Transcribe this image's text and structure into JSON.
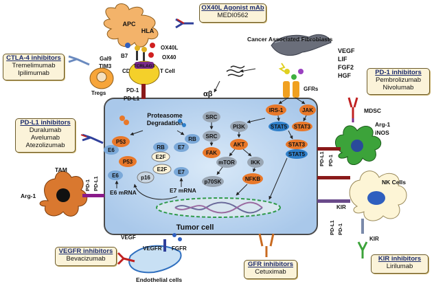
{
  "cells": {
    "apc": "APC",
    "hla": "HLA",
    "b7": "B7",
    "cd28": "CD28",
    "gal9": "Gal9",
    "tim3": "TIM3",
    "ox40l": "OX40L",
    "ox40": "OX40",
    "tcr_lag3": "TCRLAG3",
    "tcell": "T Cell",
    "tregs": "Tregs",
    "caf": "Cancer Associated Fibroblasts",
    "mdsc": "MDSC",
    "arg1_inos": [
      "Arg-1",
      "iNOS"
    ],
    "tam": "TAM",
    "arg1": "Arg-1",
    "nk": "NK Cells",
    "endothelial": "Endothelial cells",
    "tumor": "Tumor cell"
  },
  "growth_factors": [
    "VEGF",
    "LIF",
    "FGF2",
    "HGF"
  ],
  "receptor_labels": {
    "gfrs": "GFRs",
    "pd1": "PD-1",
    "pdl1": "PD-L1",
    "kir": "KIR",
    "vegf": "VEGF",
    "vegfr": "VEGFR",
    "fgfr": "FGFR",
    "ab": "αβ"
  },
  "tumor_nodes": {
    "proteasome": [
      "Proteasome",
      "Degradation"
    ],
    "p53": "P53",
    "e6": "E6",
    "e7": "E7",
    "rb": "RB",
    "e2f": "E2F",
    "p16": "p16",
    "e6_mrna": "E6 mRNA",
    "e7_mrna": "E7 mRNA",
    "src": "SRC",
    "fak": "FAK",
    "pi3k": "PI3K",
    "akt": "AKT",
    "mtor": "mTOR",
    "p70sk": "p70SK",
    "ikk": "IKK",
    "nfkb": "NFKB",
    "irs1": "IRS-1",
    "jak": "JAK",
    "stat5": "STAT5",
    "stat3": "STAT3"
  },
  "drug_boxes": {
    "ox40l": {
      "heading": "OX40L Agonist mAb",
      "items": [
        "MEDI0562"
      ]
    },
    "ctla4": {
      "heading": "CTLA-4 inhibitors",
      "items": [
        "Tremelimumab",
        "Ipilimumab"
      ]
    },
    "pd1": {
      "heading": "PD-1 inhibitors",
      "items": [
        "Pembrolizumab",
        "Nivolumab"
      ]
    },
    "pdl1": {
      "heading": "PD-L1 inhibitors",
      "items": [
        "Duralumab",
        "Avelumab",
        "Atezolizumab"
      ]
    },
    "vegfr": {
      "heading": "VEGFR inhibitors",
      "items": [
        "Bevacizumab"
      ]
    },
    "gfr": {
      "heading": "GFR inhibitors",
      "items": [
        "Cetuximab"
      ]
    },
    "kir": {
      "heading": "KIR inhibitors",
      "items": [
        "Lirilumab"
      ]
    }
  },
  "colors": {
    "tumor_fill": "#bcd6f0",
    "node_orange": "#e8782a",
    "node_blue": "#2f7fc9",
    "node_grey": "#9aa6b3",
    "box_fill": "#fbf3d9",
    "box_heading": "#1a2a6c",
    "apc": "#f3b36a",
    "mdsc": "#3ca33a",
    "tam": "#d9782f",
    "nk": "#fdf5d6"
  }
}
